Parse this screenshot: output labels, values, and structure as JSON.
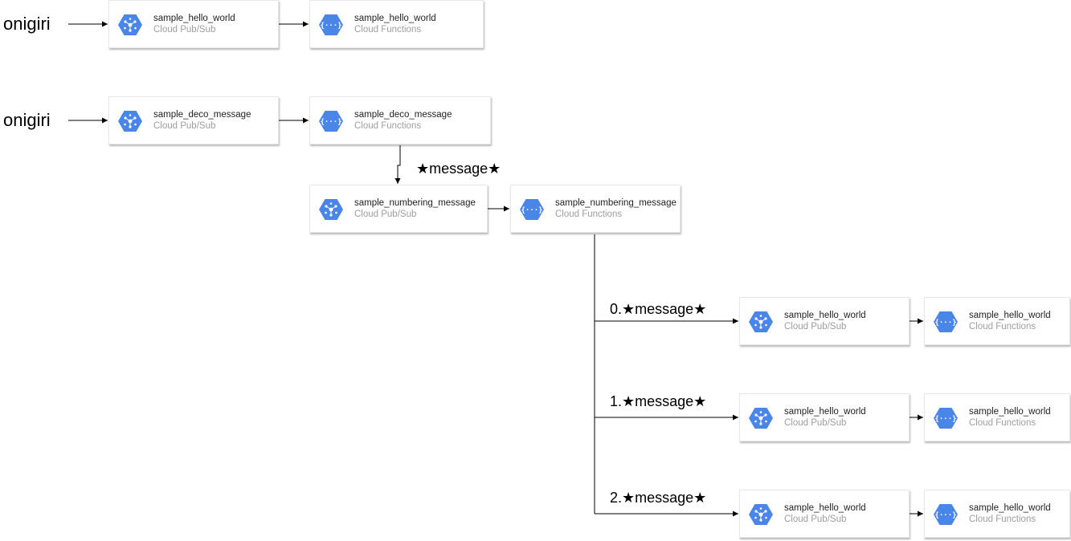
{
  "colors": {
    "accent": "#4a86e8",
    "line": "#000000"
  },
  "icons": {
    "pubsub": "pubsub-icon",
    "functions": "cloud-functions-icon"
  },
  "sources": {
    "row1": "onigiri",
    "row2": "onigiri"
  },
  "edge_labels": {
    "deco_to_numbering": "★message★",
    "branch0": "0.★message★",
    "branch1": "1.★message★",
    "branch2": "2.★message★"
  },
  "nodes": {
    "hello_pubsub_1": {
      "name": "sample_hello_world",
      "service": "Cloud Pub/Sub"
    },
    "hello_func_1": {
      "name": "sample_hello_world",
      "service": "Cloud Functions"
    },
    "deco_pubsub": {
      "name": "sample_deco_message",
      "service": "Cloud Pub/Sub"
    },
    "deco_func": {
      "name": "sample_deco_message",
      "service": "Cloud Functions"
    },
    "numbering_pubsub": {
      "name": "sample_numbering_message",
      "service": "Cloud Pub/Sub"
    },
    "numbering_func": {
      "name": "sample_numbering_message",
      "service": "Cloud Functions"
    },
    "b0_pubsub": {
      "name": "sample_hello_world",
      "service": "Cloud Pub/Sub"
    },
    "b0_func": {
      "name": "sample_hello_world",
      "service": "Cloud Functions"
    },
    "b1_pubsub": {
      "name": "sample_hello_world",
      "service": "Cloud Pub/Sub"
    },
    "b1_func": {
      "name": "sample_hello_world",
      "service": "Cloud Functions"
    },
    "b2_pubsub": {
      "name": "sample_hello_world",
      "service": "Cloud Pub/Sub"
    },
    "b2_func": {
      "name": "sample_hello_world",
      "service": "Cloud Functions"
    }
  }
}
